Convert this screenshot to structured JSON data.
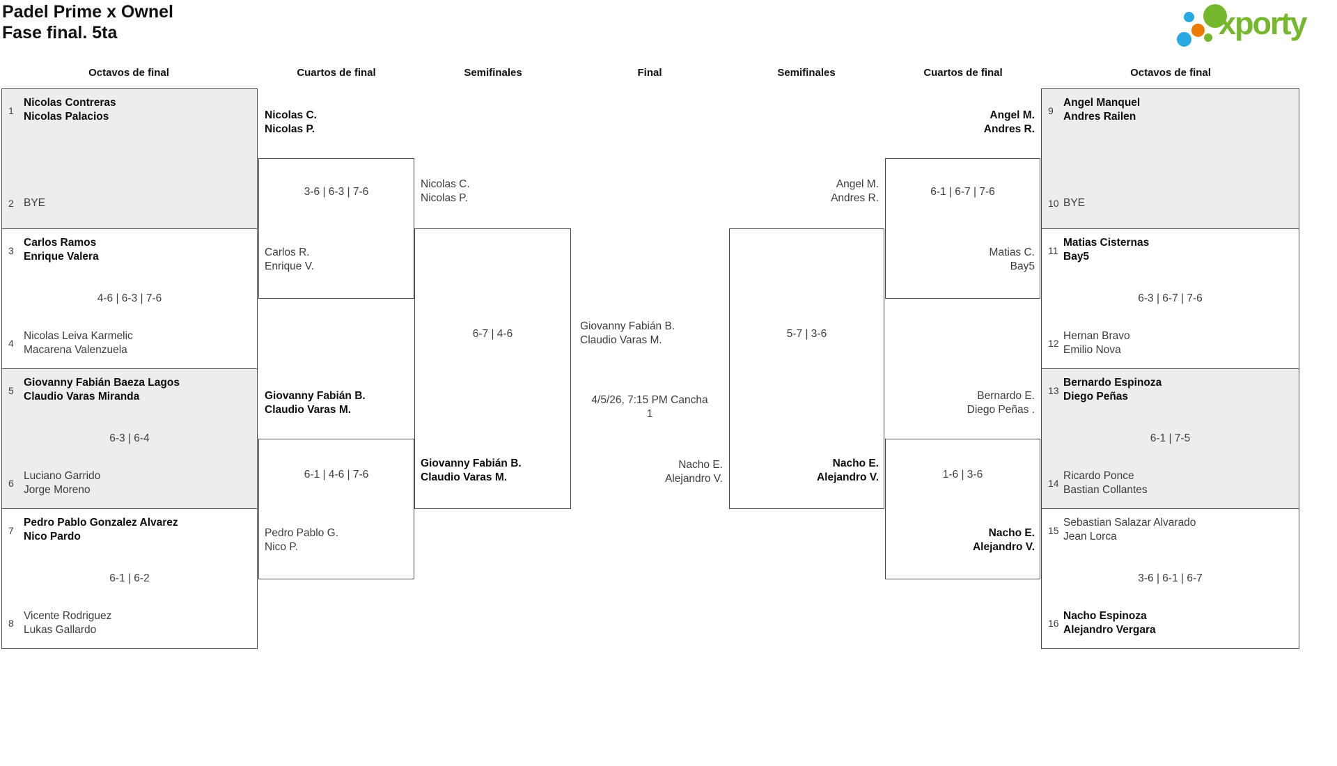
{
  "title": {
    "line1": "Padel Prime x Ownel",
    "line2": "Fase final. 5ta"
  },
  "logo": {
    "text": "xporty"
  },
  "colors": {
    "logo_green": "#76b82d",
    "logo_blue": "#29a9e1",
    "logo_orange": "#ee7b00",
    "match_gray_bg": "#ededed",
    "border": "#4a4a4a"
  },
  "round_headers": [
    "Octavos de final",
    "Cuartos de final",
    "Semifinales",
    "Final",
    "Semifinales",
    "Cuartos de final",
    "Octavos de final"
  ],
  "r16_left": [
    {
      "seed_top": "1",
      "top1": "Nicolas Contreras",
      "top2": "Nicolas Palacios",
      "score": "",
      "seed_bottom": "2",
      "bottom1": "BYE",
      "bottom2": ""
    },
    {
      "seed_top": "3",
      "top1": "Carlos Ramos",
      "top2": "Enrique Valera",
      "score": "4-6 | 6-3 | 7-6",
      "seed_bottom": "4",
      "bottom1": "Nicolas Leiva Karmelic",
      "bottom2": "Macarena Valenzuela"
    },
    {
      "seed_top": "5",
      "top1": "Giovanny Fabián Baeza Lagos",
      "top2": "Claudio Varas Miranda",
      "score": "6-3 | 6-4",
      "seed_bottom": "6",
      "bottom1": "Luciano Garrido",
      "bottom2": "Jorge Moreno"
    },
    {
      "seed_top": "7",
      "top1": "Pedro Pablo Gonzalez Alvarez",
      "top2": "Nico Pardo",
      "score": "6-1 | 6-2",
      "seed_bottom": "8",
      "bottom1": "Vicente Rodriguez",
      "bottom2": "Lukas Gallardo"
    }
  ],
  "qf_left": [
    {
      "top1": "Nicolas C.",
      "top2": "Nicolas P.",
      "score": "3-6 | 6-3 | 7-6",
      "bottom1": "Carlos R.",
      "bottom2": "Enrique V."
    },
    {
      "top1": "Giovanny Fabián B.",
      "top2": "Claudio Varas M.",
      "score": "6-1 | 4-6 | 7-6",
      "bottom1": "Pedro Pablo G.",
      "bottom2": "Nico P."
    }
  ],
  "sf_left": {
    "top1": "Nicolas C.",
    "top2": "Nicolas P.",
    "score": "6-7 | 4-6",
    "bottom1": "Giovanny Fabián B.",
    "bottom2": "Claudio Varas M."
  },
  "final": {
    "left1": "Giovanny Fabián B.",
    "left2": "Claudio Varas M.",
    "info1": "4/5/26, 7:15 PM Cancha",
    "info2": "1",
    "right1": "Nacho E.",
    "right2": "Alejandro V."
  },
  "sf_right": {
    "top1": "Angel M.",
    "top2": "Andres R.",
    "score": "5-7 | 3-6",
    "bottom1": "Nacho E.",
    "bottom2": "Alejandro V."
  },
  "qf_right": [
    {
      "top1": "Angel M.",
      "top2": "Andres R.",
      "score": "6-1 | 6-7 | 7-6",
      "bottom1": "Matias C.",
      "bottom2": "Bay5"
    },
    {
      "top1": "Bernardo E.",
      "top2": "Diego Peñas .",
      "score": "1-6 | 3-6",
      "bottom1": "Nacho E.",
      "bottom2": "Alejandro V."
    }
  ],
  "r16_right": [
    {
      "seed_top": "9",
      "top1": "Angel Manquel",
      "top2": "Andres Railen",
      "score": "",
      "seed_bottom": "10",
      "bottom1": "BYE",
      "bottom2": ""
    },
    {
      "seed_top": "11",
      "top1": "Matias Cisternas",
      "top2": "Bay5",
      "score": "6-3 | 6-7 | 7-6",
      "seed_bottom": "12",
      "bottom1": "Hernan Bravo",
      "bottom2": "Emilio Nova"
    },
    {
      "seed_top": "13",
      "top1": "Bernardo Espinoza",
      "top2": "Diego Peñas",
      "score": "6-1 | 7-5",
      "seed_bottom": "14",
      "bottom1": "Ricardo Ponce",
      "bottom2": "Bastian Collantes"
    },
    {
      "seed_top": "15",
      "top1": "Sebastian Salazar Alvarado",
      "top2": "Jean Lorca",
      "score": "3-6 | 6-1 | 6-7",
      "seed_bottom": "16",
      "bottom1": "Nacho Espinoza",
      "bottom2": "Alejandro Vergara"
    }
  ]
}
